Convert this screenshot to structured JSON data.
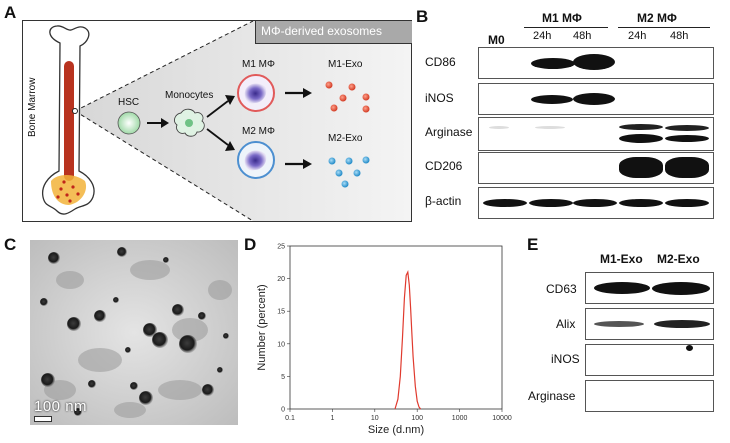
{
  "panels": {
    "a": "A",
    "b": "B",
    "c": "C",
    "d": "D",
    "e": "E"
  },
  "panel_a": {
    "header": "MΦ-derived exosomes",
    "bone_marrow": "Bone Marrow",
    "hsc": "HSC",
    "monocytes": "Monocytes",
    "m1": "M1 MΦ",
    "m2": "M2 MΦ",
    "m1_exo": "M1-Exo",
    "m2_exo": "M2-Exo"
  },
  "panel_b": {
    "col_m0": "M0",
    "group_m1": "M1 MΦ",
    "group_m2": "M2 MΦ",
    "t24a": "24h",
    "t48a": "48h",
    "t24b": "24h",
    "t48b": "48h",
    "rows": [
      "CD86",
      "iNOS",
      "Arginase",
      "CD206",
      "β-actin"
    ]
  },
  "panel_c": {
    "scale_text": "100 nm"
  },
  "panel_e": {
    "col1": "M1-Exo",
    "col2": "M2-Exo",
    "rows": [
      "CD63",
      "Alix",
      "iNOS",
      "Arginase"
    ]
  },
  "chart_data": {
    "type": "line",
    "x_scale": "log",
    "xlabel": "Size (d.nm)",
    "ylabel": "Number (percent)",
    "xlim": [
      0.1,
      10000
    ],
    "ylim": [
      0,
      25
    ],
    "x_ticks": [
      "0.1",
      "1",
      "10",
      "100",
      "1000",
      "10000"
    ],
    "y_ticks": [
      "0",
      "5",
      "10",
      "15",
      "20",
      "25"
    ],
    "series": [
      {
        "color": "#e03a2e",
        "x": [
          30,
          35,
          40,
          45,
          50,
          55,
          60,
          65,
          70,
          75,
          80,
          90,
          100,
          110,
          120
        ],
        "y": [
          0,
          1.5,
          5,
          11,
          17,
          20.5,
          21,
          19,
          15.5,
          11.5,
          8,
          3.5,
          1.2,
          0.3,
          0
        ]
      }
    ]
  }
}
